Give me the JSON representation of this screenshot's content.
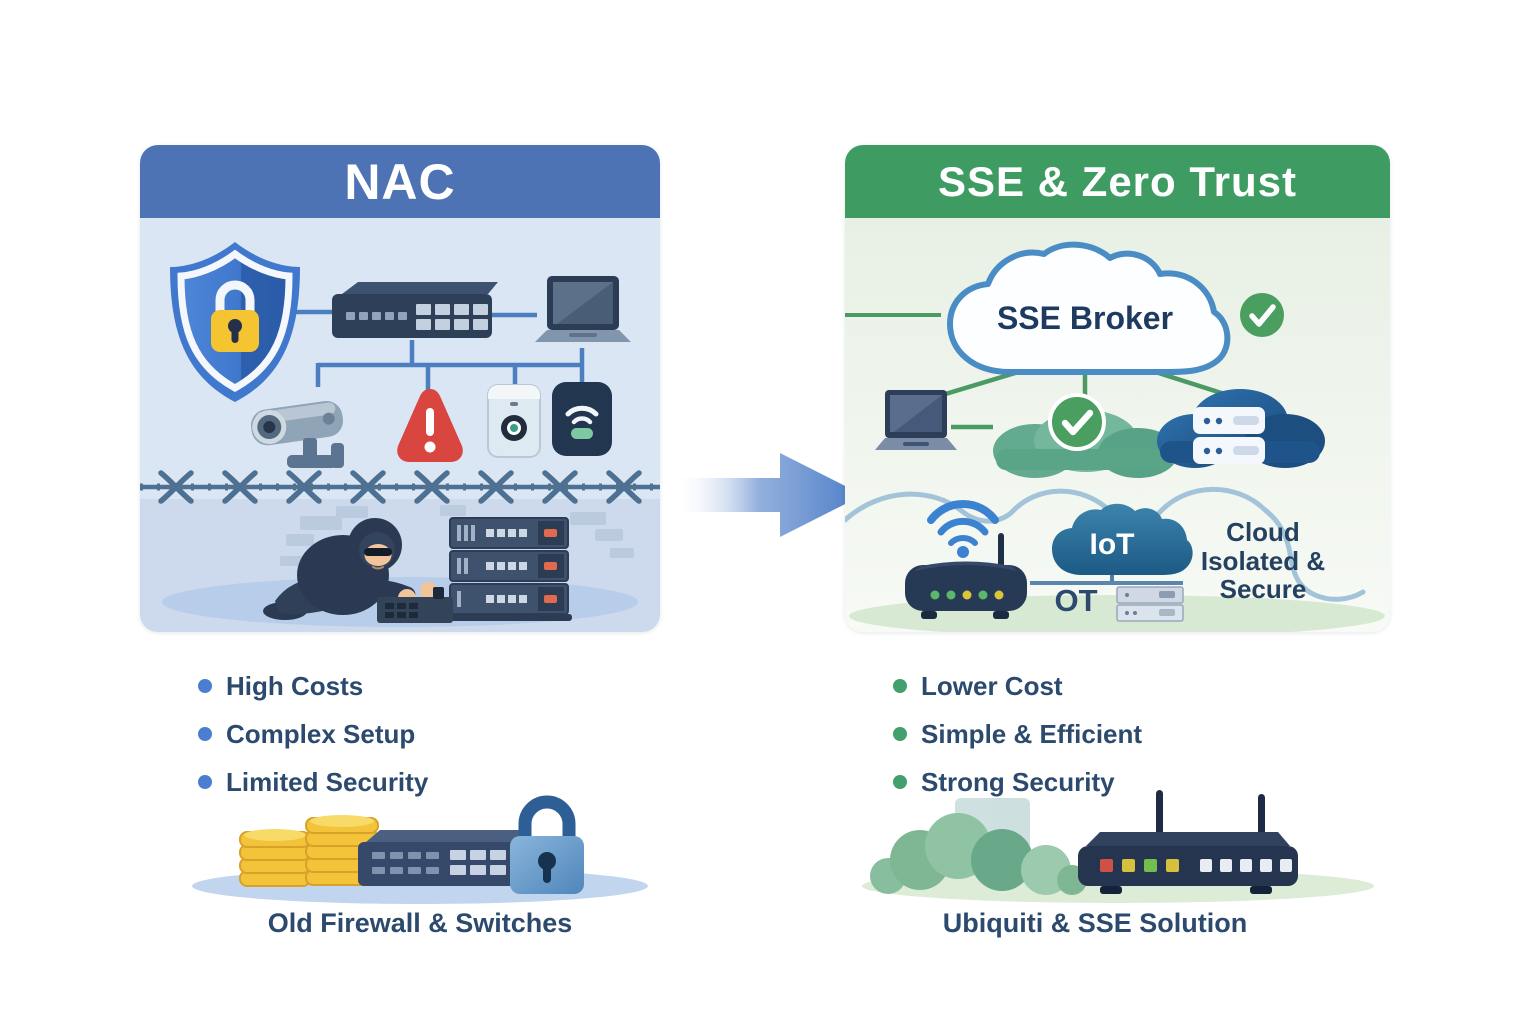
{
  "theme": {
    "left_header_bg": "#4d73b4",
    "left_body_bg": "#dbe6f5",
    "left_lower_bg": "#cdd9ec",
    "right_header_bg": "#3e9c63",
    "right_body_top": "#e8f0e5",
    "right_body_bottom": "#f7faf5",
    "text_navy": "#2c4a6e",
    "bullet_blue": "#4a7fd0",
    "bullet_green": "#41a06c",
    "line_blue": "#4b7fc0",
    "line_green": "#4c9a63",
    "arrow_blue": "#4b7cc6",
    "warning_red": "#d9453f",
    "lock_yellow": "#f5c431",
    "wire_blue": "#4e7193",
    "wavy_blue": "#a3c4d8"
  },
  "left_panel": {
    "title": "NAC",
    "bullets": [
      "High Costs",
      "Complex Setup",
      "Limited Security"
    ],
    "caption": "Old Firewall & Switches"
  },
  "right_panel": {
    "title": "SSE & Zero Trust",
    "cloud_label": "SSE Broker",
    "iot_label": "IoT",
    "ot_label": "OT",
    "cloud_note": "Cloud Isolated & Secure",
    "bullets": [
      "Lower Cost",
      "Simple & Efficient",
      "Strong Security"
    ],
    "caption": "Ubiquiti & SSE Solution"
  },
  "icons": {
    "shield-lock-icon": "blue shield with yellow padlock",
    "network-switch-icon": "rack switch with ports",
    "laptop-icon": "laptop computer",
    "cctv-camera-icon": "surveillance camera on mount",
    "warning-icon": "red rounded triangle with exclamation",
    "smart-device-icon": "small white device with lens",
    "wifi-device-icon": "dark hub with wifi waves",
    "barbed-wire-icon": "barbed wire fence line",
    "hacker-icon": "masked intruder tampering with equipment",
    "server-rack-icon": "three stacked servers",
    "coins-icon": "two stacks of gold coins",
    "padlock-icon": "blue padlock",
    "sse-broker-cloud-icon": "white cloud with blue outline",
    "check-icon": "green circle with white checkmark",
    "secure-cloud-icon": "green cloud with checkmark",
    "datacenter-cloud-icon": "blue cloud holding white servers",
    "wifi-router-icon": "router with wifi signal and antenna",
    "iot-cloud-icon": "dark blue IoT cloud",
    "ot-server-icon": "small gray OT server",
    "greenery-icon": "bushes and building",
    "sse-router-icon": "router with two antennas",
    "flow-arrow-icon": "blue right-pointing arrow"
  }
}
